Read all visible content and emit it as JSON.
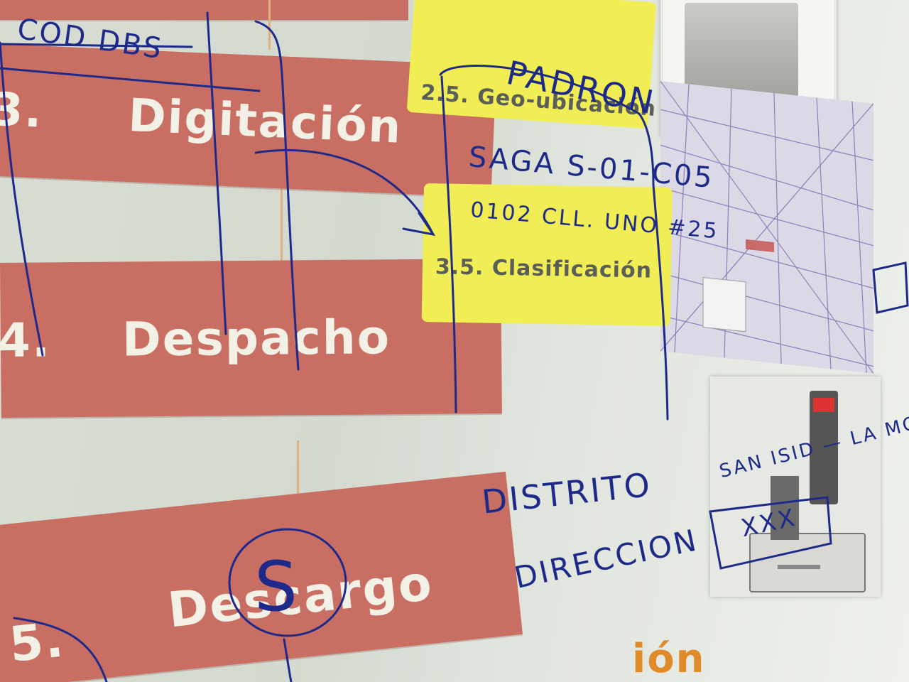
{
  "steps": [
    {
      "number": "3.",
      "label": "Digitación"
    },
    {
      "number": "4.",
      "label": "Despacho"
    },
    {
      "number": "5.",
      "label": "Descargo"
    }
  ],
  "notes": [
    {
      "label": "2.5. Geo-ubicación"
    },
    {
      "label": "3.5. Clasificación"
    }
  ],
  "bottom_fragment": "ión",
  "handwriting": {
    "cod_dbs": "COD DBS",
    "padron": "PADRON",
    "saga_code": "SAGA S-01-C05",
    "address": "0102 CLL. UNO #25",
    "distrito": "DISTRITO",
    "direccion": "DIRECCION",
    "san_isidro": "SAN ISID — LA MOLINA",
    "xxx": "XXX",
    "circled_letter": "S"
  },
  "colors": {
    "step_bar": "#c96e63",
    "note_box": "#f1ee55",
    "ink": "#1e2a8a",
    "connector": "#e2b07a"
  }
}
